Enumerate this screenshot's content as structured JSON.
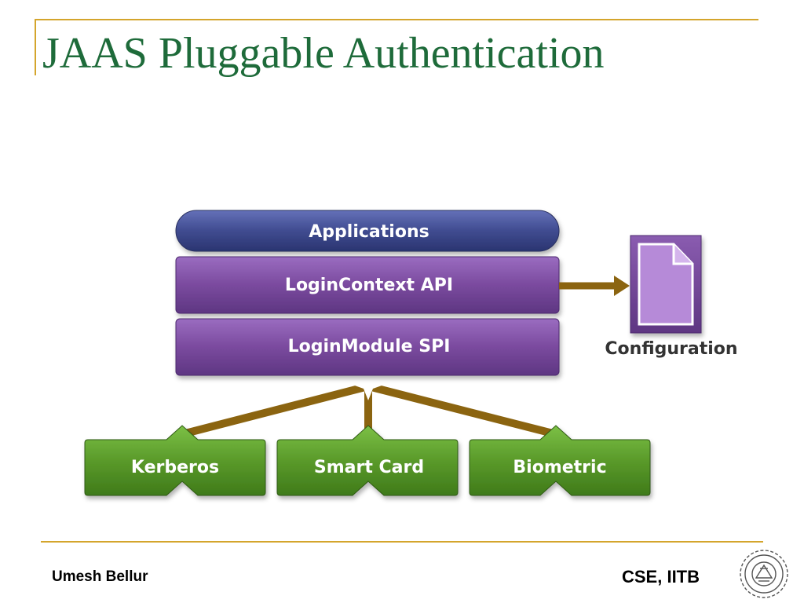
{
  "slide": {
    "title": "JAAS Pluggable Authentication"
  },
  "diagram": {
    "layers": {
      "applications": "Applications",
      "login_context": "LoginContext API",
      "login_module": "LoginModule SPI"
    },
    "configuration_label": "Configuration",
    "modules": [
      "Kerberos",
      "Smart Card",
      "Biometric"
    ]
  },
  "footer": {
    "author": "Umesh Bellur",
    "institution": "CSE, IITB"
  },
  "colors": {
    "title": "#1e6b3a",
    "rule": "#d4a52c",
    "applications": "#3e4a8a",
    "api_layer": "#7b4aa0",
    "module": "#5a9a2a",
    "arrow": "#8b6410",
    "document": "#b68ad8"
  },
  "icons": {
    "configuration": "document-icon",
    "logo": "institute-seal-logo"
  }
}
